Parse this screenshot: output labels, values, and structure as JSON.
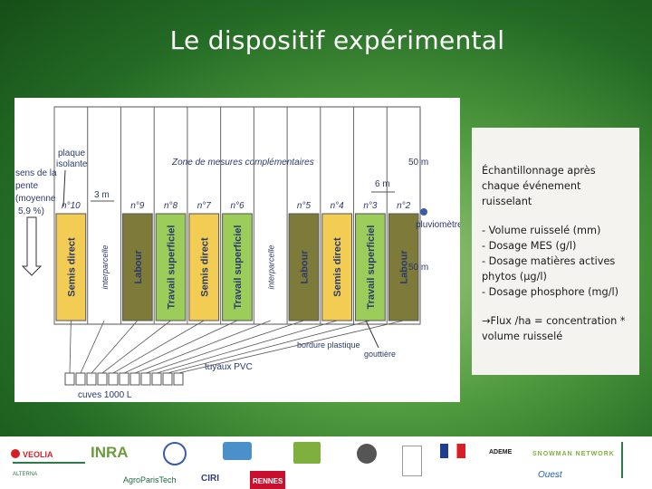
{
  "slide": {
    "title": "Le dispositif expérimental"
  },
  "diagram": {
    "plots": [
      {
        "number": "n°10",
        "label": "Semis direct",
        "color": "#f2cc53"
      },
      {
        "number": "",
        "label": "interparcelle",
        "color": "#ffffff"
      },
      {
        "number": "n°9",
        "label": "Labour",
        "color": "#7d7a3a"
      },
      {
        "number": "n°8",
        "label": "Travail superficiel",
        "color": "#9ccc5a"
      },
      {
        "number": "n°7",
        "label": "Semis direct",
        "color": "#f2cc53"
      },
      {
        "number": "n°6",
        "label": "Travail superficiel",
        "color": "#9ccc5a"
      },
      {
        "number": "",
        "label": "interparcelle",
        "color": "#ffffff"
      },
      {
        "number": "n°5",
        "label": "Labour",
        "color": "#7d7a3a"
      },
      {
        "number": "n°4",
        "label": "Semis direct",
        "color": "#f2cc53"
      },
      {
        "number": "n°3",
        "label": "Travail superficiel",
        "color": "#9ccc5a"
      },
      {
        "number": "n°2",
        "label": "Labour",
        "color": "#7d7a3a"
      }
    ],
    "labels": {
      "plaque_line1": "plaque",
      "plaque_line2": "isolante",
      "slope_line1": "sens de la",
      "slope_line2": "pente",
      "slope_line3": "(moyenne",
      "slope_line4": "5,9 %)",
      "zone": "Zone de mesures complémentaires",
      "dim_50m_top": "50 m",
      "dim_50m_bottom": "50 m",
      "dim_6m": "6 m",
      "dim_3m": "3 m",
      "pluviometre": "pluviomètre",
      "bordure": "bordure plastique",
      "gouttiere": "gouttière",
      "tuyaux": "tuyaux PVC",
      "cuves": "cuves 1000 L"
    }
  },
  "info": {
    "heading": "Échantillonnage après chaque événement ruisselant",
    "items": [
      "- Volume ruisselé (mm)",
      "- Dosage MES (g/l)",
      "- Dosage matières actives phytos (µg/l)",
      "- Dosage phosphore (mg/l)"
    ],
    "formula": "→Flux /ha = concentration * volume ruisselé"
  },
  "logos": [
    {
      "text": "VEOLIA",
      "color": "#d61f26"
    },
    {
      "text": "ALTERNA",
      "color": "#2f7a4b"
    },
    {
      "text": "INRA",
      "color": "#6a9b3d"
    },
    {
      "text": "AgroParisTech",
      "color": "#1b6b3f"
    },
    {
      "text": "CIRI",
      "color": "#2c3e74"
    },
    {
      "text": "RENNES",
      "color": "#ffffff"
    },
    {
      "text": "ADEME",
      "color": "#1b1b1b"
    },
    {
      "text": "SNOWMAN NETWORK",
      "color": "#7fb03d"
    },
    {
      "text": "Ouest",
      "color": "#1f5fa8"
    }
  ]
}
